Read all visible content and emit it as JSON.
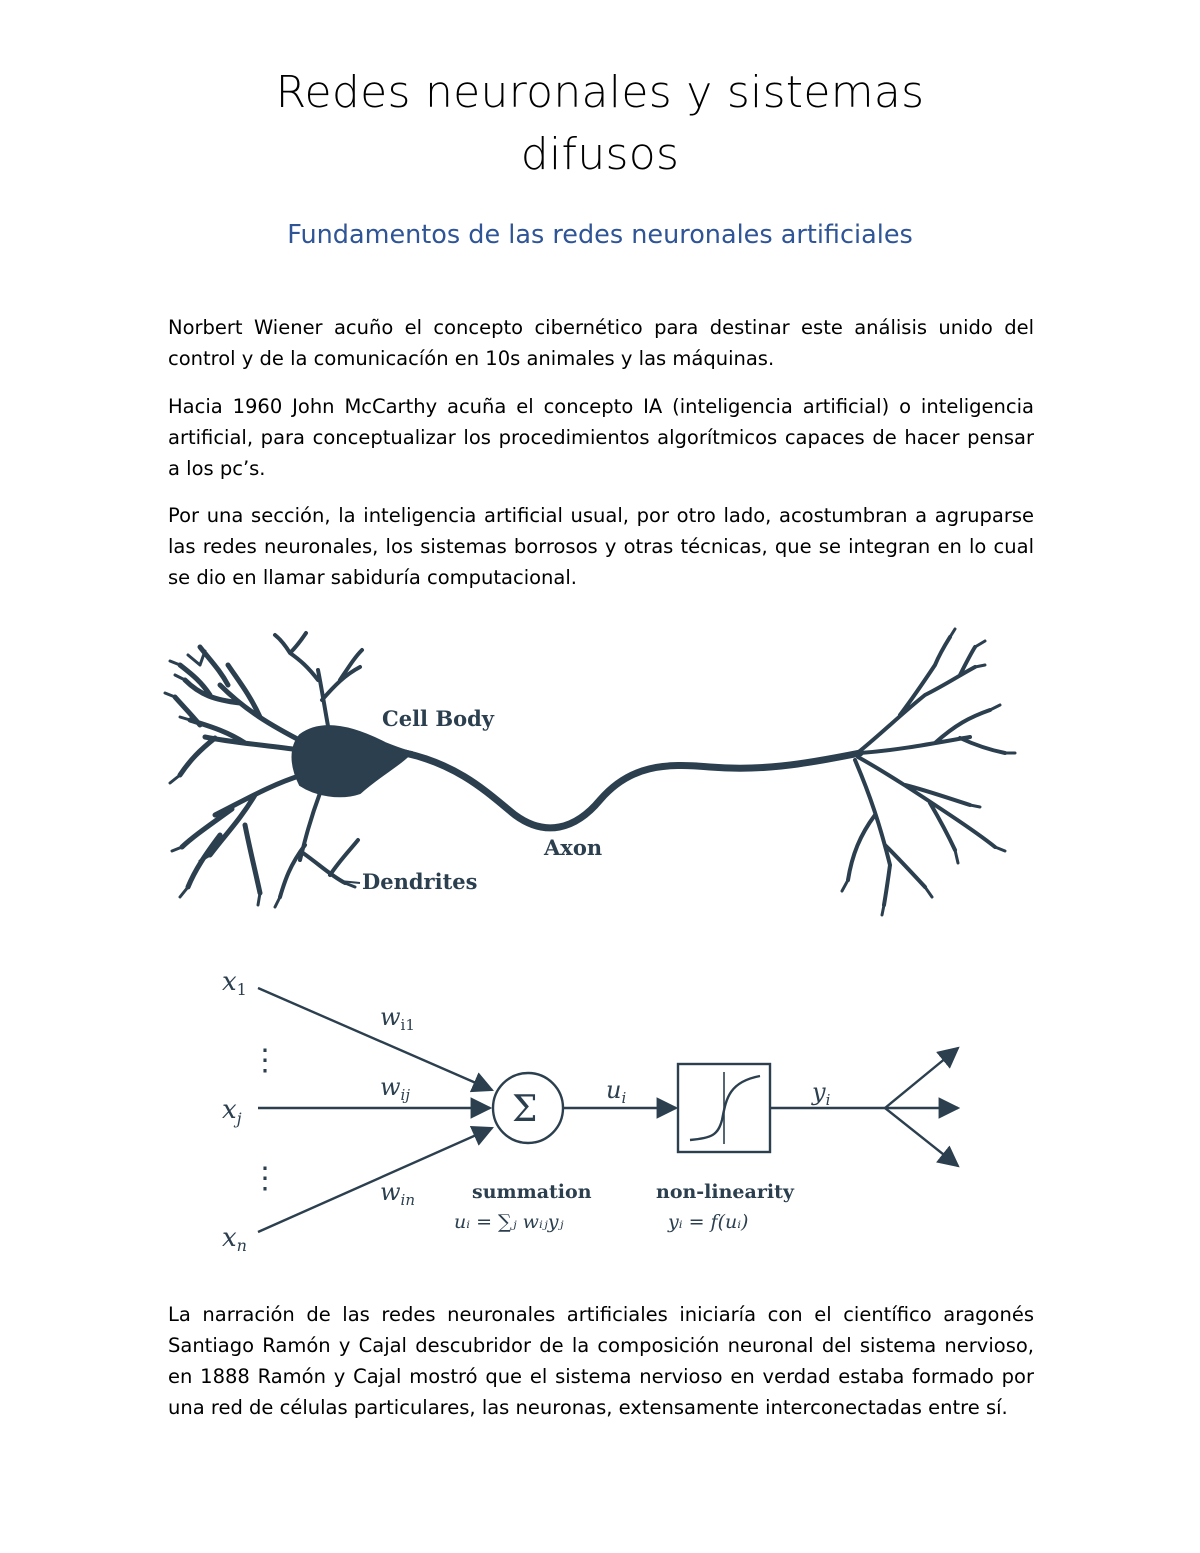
{
  "document": {
    "title_line1": "Redes neuronales y sistemas",
    "title_line2": "difusos",
    "subtitle": "Fundamentos de las redes neuronales artificiales",
    "paragraphs": [
      "Norbert Wiener acuño el concepto cibernético para destinar este análisis unido del control y de la comunicacíón en 10s animales y las máquinas.",
      "Hacia 1960 John McCarthy acuña el concepto IA (inteligencia artificial) o inteligencia artificial, para conceptualizar los procedimientos algorítmicos capaces de hacer pensar a los pc’s.",
      "Por una sección, la inteligencia artificial usual, por otro lado, acostumbran a agruparse las redes neuronales, los sistemas borrosos y otras técnicas, que se integran en lo cual se dio en llamar sabiduría computacional.",
      "La narración de las redes neuronales artificiales iniciaría con el científico aragonés Santiago Ramón y Cajal descubridor de la composición neuronal del sistema nervioso, en 1888 Ramón y Cajal mostró que el sistema nervioso en verdad estaba formado por una red de células particulares, las neuronas, extensamente interconectadas entre sí."
    ],
    "colors": {
      "subtitle": "#2f5597",
      "figure_ink": "#2b3f4f"
    }
  },
  "neuron_figure": {
    "cell_body_label": "Cell Body",
    "axon_label": "Axon",
    "dendrites_label": "Dendrites"
  },
  "model_figure": {
    "x1": "x",
    "x1_sub": "1",
    "xj": "x",
    "xj_sub": "j",
    "xn": "x",
    "xn_sub": "n",
    "w_i1": "w",
    "w_i1_sub": "i1",
    "w_ij": "w",
    "w_ij_sub": "ij",
    "w_in": "w",
    "w_in_sub": "in",
    "sigma": "Σ",
    "u_i": "u",
    "u_i_sub": "i",
    "y_i": "y",
    "y_i_sub": "i",
    "summation_label": "summation",
    "summation_formula": "uᵢ = ∑ⱼ wᵢⱼyⱼ",
    "nonlinearity_label": "non-linearity",
    "nonlinearity_formula": "yᵢ = f(uᵢ)",
    "dots": "⋮"
  }
}
